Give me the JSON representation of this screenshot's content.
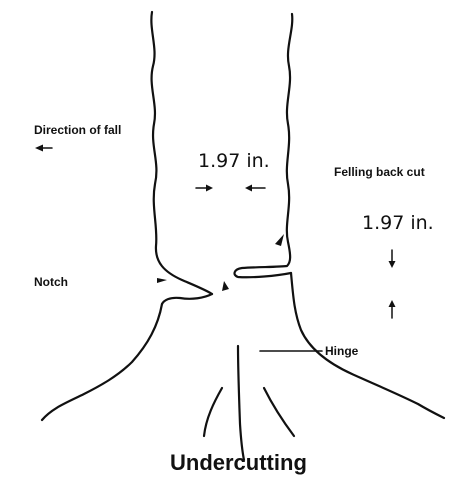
{
  "diagram": {
    "title": "Undercutting",
    "labels": {
      "direction_of_fall": "Direction of fall",
      "felling_back_cut": "Felling back cut",
      "notch": "Notch",
      "hinge": "Hinge"
    },
    "dimensions": {
      "notch_width": "1.97 in.",
      "back_cut_height": "1.97 in."
    },
    "colors": {
      "line": "#111111",
      "background": "#ffffff"
    }
  }
}
